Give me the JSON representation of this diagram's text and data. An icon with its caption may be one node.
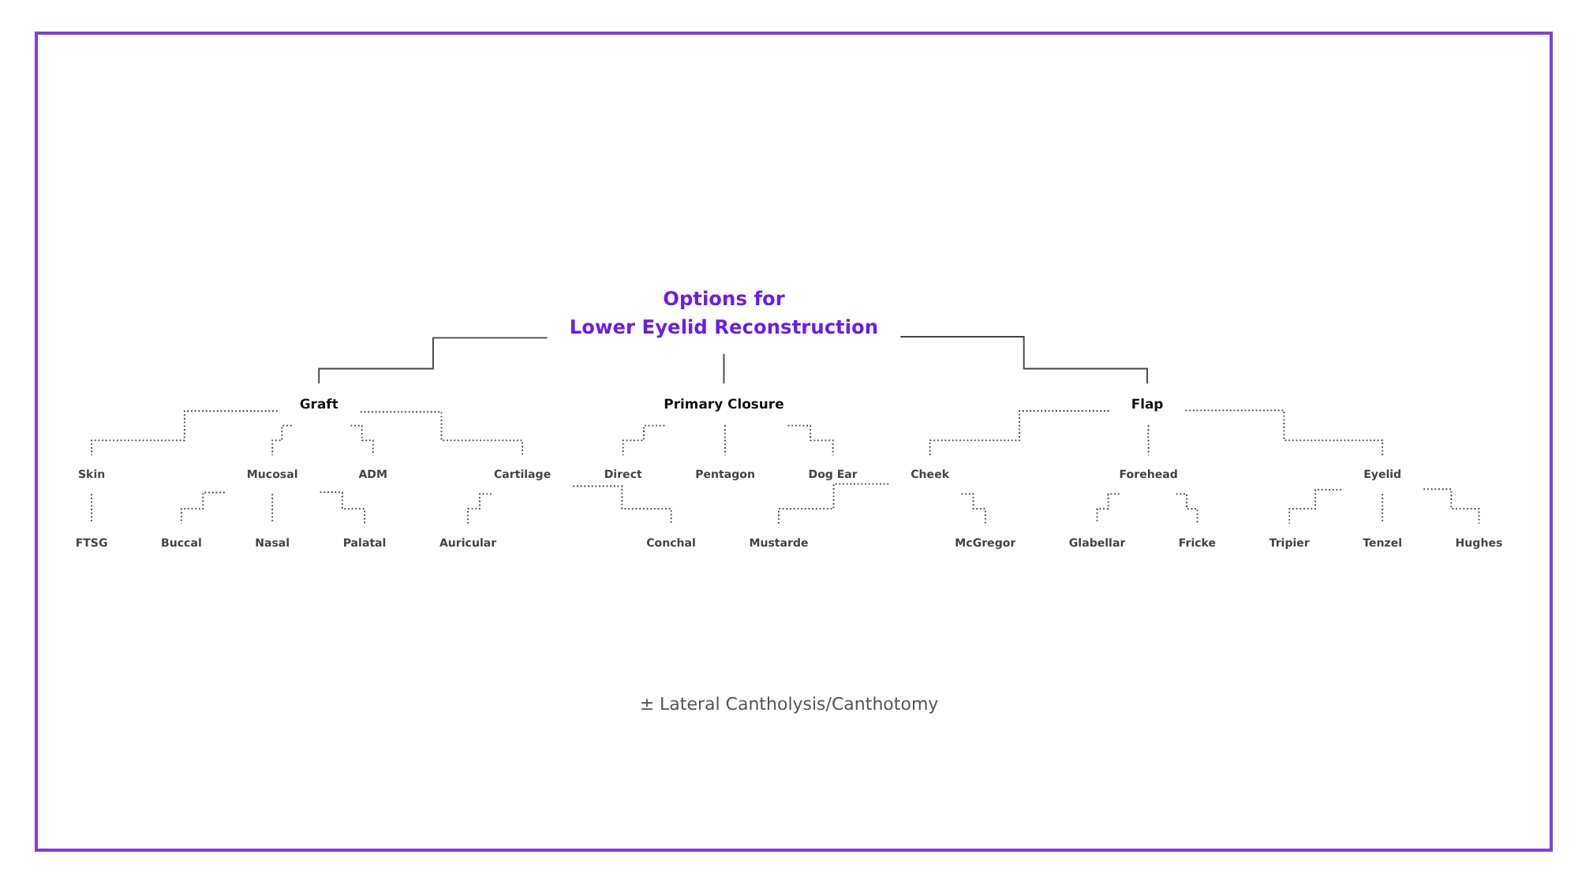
{
  "diagram": {
    "nodes": [
      {
        "text": [
          "Options for",
          "Lower Eyelid Reconstruction"
        ]
      },
      {
        "text": [
          "Graft"
        ]
      },
      {
        "text": [
          "Primary Closure"
        ]
      },
      {
        "text": [
          "Flap"
        ]
      },
      {
        "text": [
          "Skin"
        ]
      },
      {
        "text": [
          "Mucosal"
        ]
      },
      {
        "text": [
          "ADM"
        ]
      },
      {
        "text": [
          "Cartilage"
        ]
      },
      {
        "text": [
          "Direct"
        ]
      },
      {
        "text": [
          "Pentagon"
        ]
      },
      {
        "text": [
          "Dog Ear"
        ]
      },
      {
        "text": [
          "Cheek"
        ]
      },
      {
        "text": [
          "Forehead"
        ]
      },
      {
        "text": [
          "Eyelid"
        ]
      },
      {
        "text": [
          "FTSG"
        ]
      },
      {
        "text": [
          "Buccal"
        ]
      },
      {
        "text": [
          "Nasal"
        ]
      },
      {
        "text": [
          "Palatal"
        ]
      },
      {
        "text": [
          "Auricular"
        ]
      },
      {
        "text": [
          "Conchal"
        ]
      },
      {
        "text": [
          "Mustarde"
        ]
      },
      {
        "text": [
          "McGregor"
        ]
      },
      {
        "text": [
          "Glabellar"
        ]
      },
      {
        "text": [
          "Fricke"
        ]
      },
      {
        "text": [
          "Tripier"
        ]
      },
      {
        "text": [
          "Tenzel"
        ]
      },
      {
        "text": [
          "Hughes"
        ]
      }
    ],
    "edges": [
      {
        "from": 0,
        "to": 1,
        "arrow": "none"
      },
      {
        "from": 0,
        "to": 2,
        "arrow": "none"
      },
      {
        "from": 0,
        "to": 3,
        "arrow": "none"
      },
      {
        "from": 1,
        "to": 4,
        "arrow": "none",
        "style": "dashed"
      },
      {
        "from": 1,
        "to": 5,
        "arrow": "none",
        "style": "dashed"
      },
      {
        "from": 1,
        "to": 6,
        "arrow": "none",
        "style": "dashed"
      },
      {
        "from": 1,
        "to": 7,
        "arrow": "none",
        "style": "dashed"
      },
      {
        "from": 2,
        "to": 8,
        "arrow": "none",
        "style": "dashed"
      },
      {
        "from": 2,
        "to": 9,
        "arrow": "none",
        "style": "dashed"
      },
      {
        "from": 2,
        "to": 10,
        "arrow": "none",
        "style": "dashed"
      },
      {
        "from": 3,
        "to": 11,
        "arrow": "none",
        "style": "dashed"
      },
      {
        "from": 3,
        "to": 12,
        "arrow": "none",
        "style": "dashed"
      },
      {
        "from": 3,
        "to": 13,
        "arrow": "none",
        "style": "dashed"
      },
      {
        "from": 4,
        "to": 14,
        "arrow": "none",
        "style": "dashed"
      },
      {
        "from": 5,
        "to": 15,
        "arrow": "none",
        "style": "dashed"
      },
      {
        "from": 5,
        "to": 16,
        "arrow": "none",
        "style": "dashed"
      },
      {
        "from": 5,
        "to": 17,
        "arrow": "none",
        "style": "dashed"
      },
      {
        "from": 7,
        "to": 18,
        "arrow": "none",
        "style": "dashed"
      },
      {
        "from": 7,
        "to": 19,
        "arrow": "none",
        "style": "dashed"
      },
      {
        "from": 11,
        "to": 20,
        "arrow": "none",
        "style": "dashed"
      },
      {
        "from": 11,
        "to": 21,
        "arrow": "none",
        "style": "dashed"
      },
      {
        "from": 12,
        "to": 22,
        "arrow": "none",
        "style": "dashed"
      },
      {
        "from": 12,
        "to": 23,
        "arrow": "none",
        "style": "dashed"
      },
      {
        "from": 13,
        "to": 24,
        "arrow": "none",
        "style": "dashed"
      },
      {
        "from": 13,
        "to": 25,
        "arrow": "none",
        "style": "dashed"
      },
      {
        "from": 13,
        "to": 26,
        "arrow": "none",
        "style": "dashed"
      }
    ],
    "labels": [
      "± Lateral Cantholysis/Canthotomy"
    ]
  }
}
